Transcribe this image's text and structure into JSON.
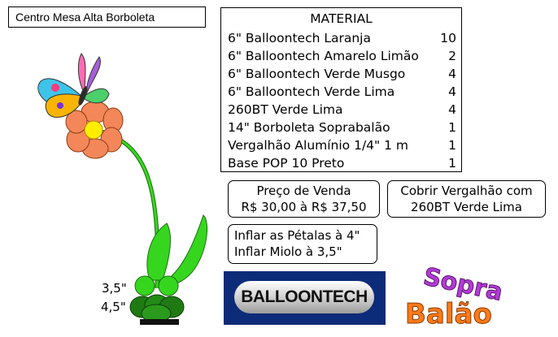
{
  "title": "Centro Mesa Alta Borboleta",
  "material": {
    "heading": "MATERIAL",
    "items": [
      {
        "name": "6\" Balloontech Laranja",
        "qty": "10"
      },
      {
        "name": "6\" Balloontech Amarelo Limão",
        "qty": "2"
      },
      {
        "name": "6\" Balloontech Verde Musgo",
        "qty": "4"
      },
      {
        "name": "6\" Balloontech Verde Lima",
        "qty": "4"
      },
      {
        "name": "260BT Verde Lima",
        "qty": "4"
      },
      {
        "name": "14\" Borboleta Soprabalão",
        "qty": "1"
      },
      {
        "name": "Vergalhão Alumínio 1/4\" 1 m",
        "qty": "1"
      },
      {
        "name": "Base POP 10 Preto",
        "qty": "1"
      }
    ]
  },
  "price": {
    "label": "Preço de Venda",
    "value": "R$ 30,00 à R$ 37,50"
  },
  "cover": {
    "line1": "Cobrir Vergalhão com",
    "line2": "260BT Verde Lima"
  },
  "inflate": {
    "line1": "Inflar as Pétalas à 4\"",
    "line2": "Inflar Miolo à 3,5\""
  },
  "side_labels": {
    "upper": "3,5\"",
    "lower": "4,5\""
  },
  "logos": {
    "ballontech": "BALLOONTECH",
    "soprabalao_line1": "Sopra",
    "soprabalao_line2": "Balão"
  },
  "colors": {
    "petal": "#f4875a",
    "center": "#ffee00",
    "lime": "#36d61f",
    "moss": "#1f7a14",
    "ballontech_bg": "#0c2b78"
  },
  "icons": [
    "butterfly-icon",
    "flower-icon"
  ]
}
